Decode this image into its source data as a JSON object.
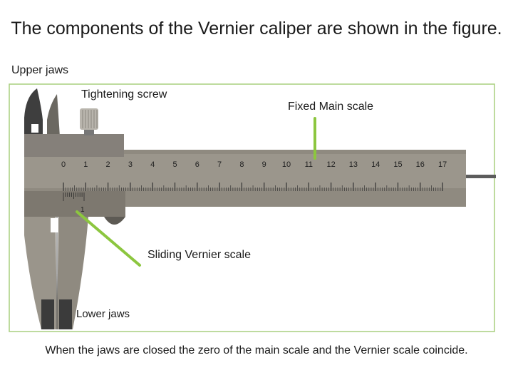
{
  "title": "The components of the Vernier caliper are shown in the figure.",
  "labels": {
    "upper_jaws": "Upper jaws",
    "tightening_screw": "Tightening screw",
    "fixed_main_scale": "Fixed Main scale",
    "sliding_vernier_scale": "Sliding Vernier scale",
    "lower_jaws": "Lower jaws"
  },
  "main_scale": {
    "numbers": [
      "0",
      "1",
      "2",
      "3",
      "4",
      "5",
      "6",
      "7",
      "8",
      "9",
      "10",
      "11",
      "12",
      "13",
      "14",
      "15",
      "16",
      "17"
    ]
  },
  "vernier_scale": {
    "label": "1"
  },
  "caption": "When the jaws are closed the zero of the main scale and the Vernier scale coincide.",
  "colors": {
    "frame_border": "#a9cf7f",
    "pointer": "#8cc63f",
    "body": "#8f8a80",
    "body_dark": "#7a766d",
    "jaw": "#9a958b",
    "pad": "#3b3b3b",
    "rod": "#5c5c5c"
  }
}
